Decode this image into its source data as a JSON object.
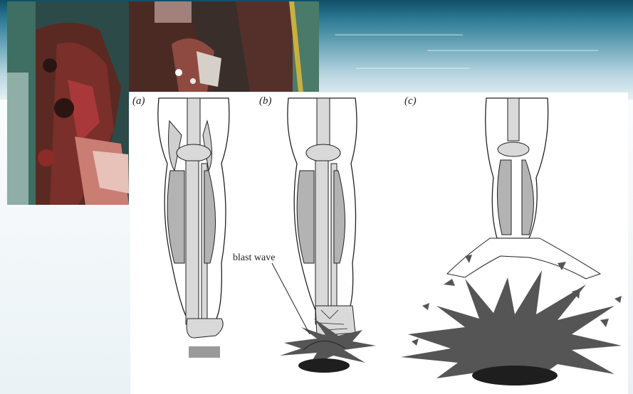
{
  "figure": {
    "panels": [
      {
        "id": "a",
        "label": "(a)"
      },
      {
        "id": "b",
        "label": "(b)"
      },
      {
        "id": "c",
        "label": "(c)"
      }
    ],
    "annotation": "blast wave"
  },
  "colors": {
    "bone": "#d9d9d9",
    "muscle": "#b3b3b3",
    "blast": "#555555",
    "ground": "#1e1e1e",
    "sky_top": "#0f4f66"
  },
  "icons": [
    "leg-anatomy-illustration",
    "blast-debris-illustration",
    "injury-photo"
  ]
}
